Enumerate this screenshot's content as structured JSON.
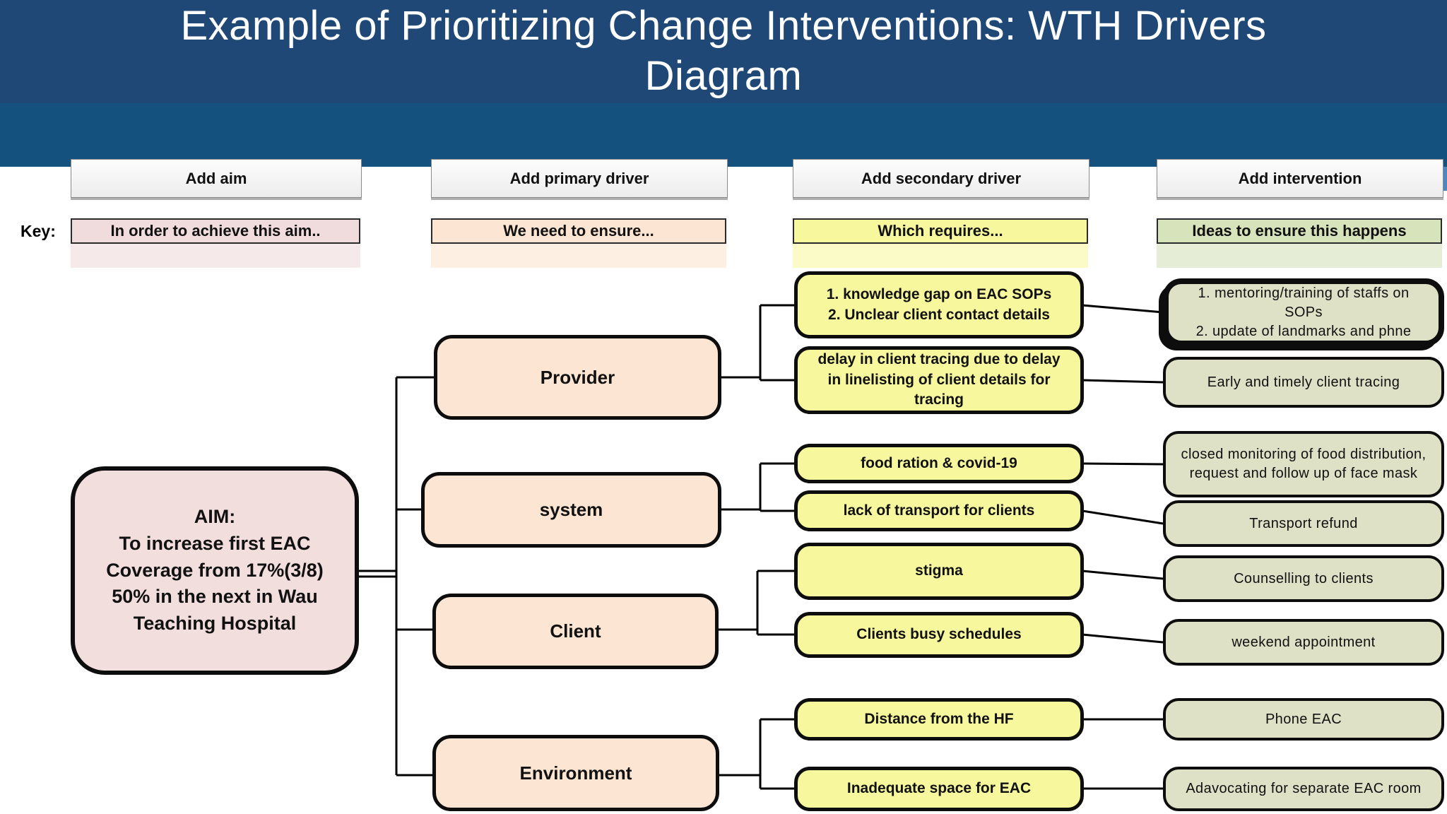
{
  "title": "Example of Prioritizing Change Interventions: WTH Drivers\nDiagram",
  "key": {
    "label": "Key:"
  },
  "columns": {
    "aim": {
      "header": "Add aim",
      "key_text": "In order to achieve this aim.."
    },
    "primary": {
      "header": "Add primary driver",
      "key_text": "We need to ensure..."
    },
    "secondary": {
      "header": "Add secondary driver",
      "key_text": "Which requires..."
    },
    "intervention": {
      "header": "Add intervention",
      "key_text": "Ideas to ensure this happens"
    }
  },
  "aim_box": "AIM:\nTo increase first EAC\nCoverage from 17%(3/8)\n50% in the next in Wau\nTeaching Hospital",
  "primary_drivers": [
    "Provider",
    "system",
    "Client",
    "Environment"
  ],
  "secondary_drivers": [
    "1. knowledge gap on EAC SOPs\n2. Unclear client contact details",
    "delay in client tracing due to delay in linelisting of client details for tracing",
    "food ration & covid-19",
    "lack of transport for clients",
    "stigma",
    "Clients busy schedules",
    "Distance from the HF",
    "Inadequate space for EAC"
  ],
  "interventions": [
    "1. mentoring/training of staffs on SOPs\n2. update of landmarks and phne",
    "Early and timely client tracing",
    "closed monitoring of food distribution, request and follow up of face mask",
    "Transport refund",
    "Counselling to clients",
    "weekend appointment",
    "Phone EAC",
    "Adavocating for separate EAC room"
  ],
  "colors": {
    "banner_top": "#1F4877",
    "banner_bottom": "#15517F",
    "title_text": "#FFFFFF",
    "header_button_fill": "#F1F1F1",
    "aim_fill": "#F2DEDD",
    "aim_key_fill": "#F0DCDC",
    "primary_fill": "#FCE5D2",
    "secondary_fill": "#F7F79E",
    "intervention_fill": "#DEE1C5",
    "intervention_key_fill": "#D7E3BA",
    "connector_line": "#000000"
  }
}
